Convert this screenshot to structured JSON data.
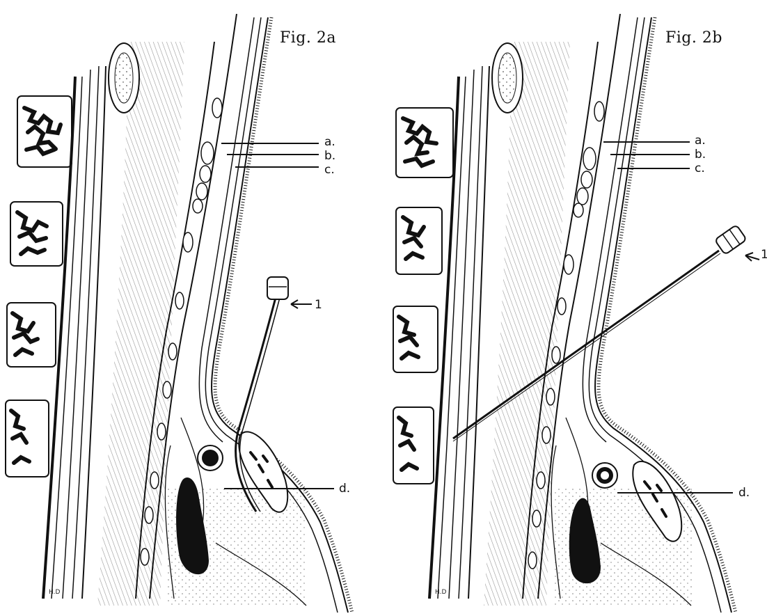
{
  "figures": [
    {
      "title": "Fig. 2a",
      "labels": {
        "a": "a.",
        "b": "b.",
        "c": "c.",
        "d": "d.",
        "one": "1"
      },
      "initials": "H.D"
    },
    {
      "title": "Fig. 2b",
      "labels": {
        "a": "a.",
        "b": "b.",
        "c": "c.",
        "d": "d.",
        "one": "1"
      },
      "initials": "H.D"
    }
  ],
  "colors": {
    "ink": "#111111",
    "paper": "#ffffff",
    "hatch": "#555555"
  }
}
